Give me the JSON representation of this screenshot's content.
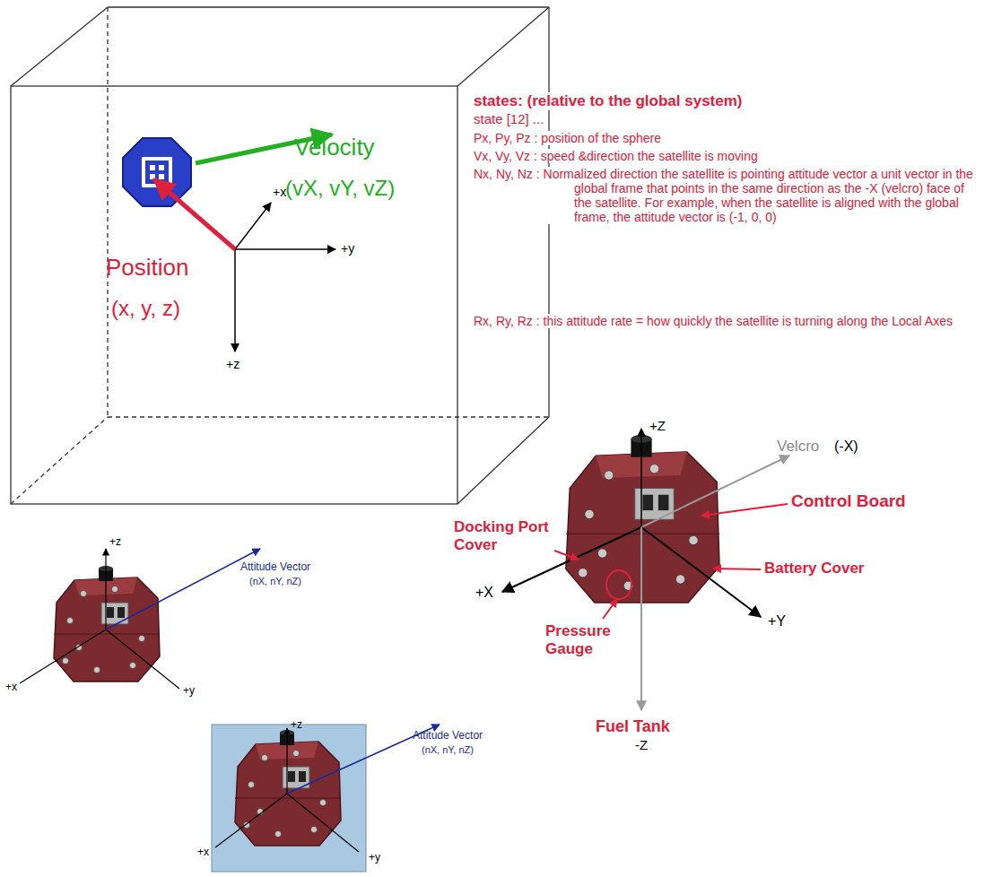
{
  "diagram": {
    "labels": [
      "Velocity",
      "(vX, vY, vZ)",
      "+x",
      "+y",
      "Position",
      "(x, y, z)",
      "+z",
      "states: (relative to the global system)",
      "state [12] ...",
      "Px, Py, Pz : position of the sphere",
      "Vx, Vy, Vz : speed &direction the satellite is moving",
      "Nx, Ny, Nz : Normalized direction the satellite is pointing attitude vector a unit vector in the global frame that points in the same direction as the -X (velcro) face of the satellite. For example, when the satellite is aligned with the global frame, the attitude vector is (-1, 0, 0)",
      "Rx, Ry, Rz : this attitude rate = how quickly the satellite is turning along the Local Axes",
      "+Z",
      "Velcro",
      "(-X)",
      "Control Board",
      "Docking Port Cover",
      "Battery Cover",
      "+X",
      "Pressure Gauge",
      "+Y",
      "Fuel Tank",
      "-Z",
      "+z",
      "Attitude Vector",
      "(nX, nY, nZ)",
      "+x",
      "+y",
      "+z",
      "Attitude Vector",
      "(nX, nY, nZ)",
      "+x",
      "+y"
    ]
  }
}
